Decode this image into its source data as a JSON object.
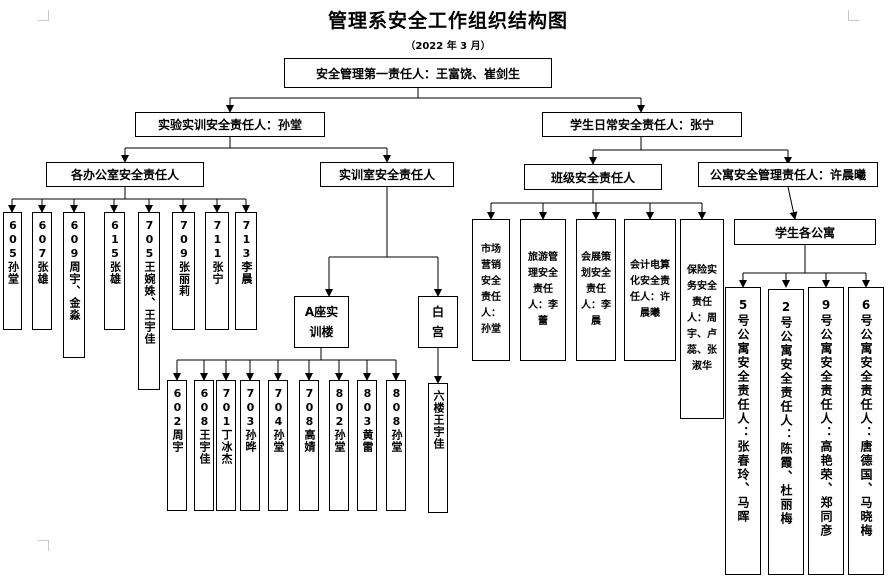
{
  "title": "管理系安全工作组织结构图",
  "subtitle": "（2022 年 3 月）",
  "root": "安全管理第一责任人：王富饶、崔剑生",
  "training_lead": "实验实训安全责任人：孙堂",
  "student_lead": "学生日常安全责任人：张宁",
  "office_lead": "各办公室安全责任人",
  "lab_lead": "实训室安全责任人",
  "class_lead": "班级安全责任人",
  "dorm_lead": "公寓安全管理责任人：许晨曦",
  "offices": [
    "605孙堂",
    "607张雄",
    "609周宇、金淼",
    "615张雄",
    "705王婉姝、王宇佳",
    "709张丽莉",
    "711张宁",
    "713李晨"
  ],
  "building_a": "A座实训楼",
  "white_palace": "白宫",
  "rooms_a": [
    "602周宇",
    "608王宇佳",
    "701丁冰杰",
    "703孙晔",
    "704孙堂",
    "708高婧",
    "802孙堂",
    "803黄雷",
    "808孙堂"
  ],
  "white_palace_room": "六楼王宇佳",
  "classes": [
    "市场营销安全责任人：孙堂",
    "旅游管理安全责任人：李蕾",
    "会展策划安全责任人：李晨",
    "会计电算化安全责任人：许晨曦",
    "保险实务安全责任人：周宇、卢蕊、张淑华"
  ],
  "dorm_group": "学生各公寓",
  "dorms": [
    "5号公寓安全责任人：张春玲、马晖",
    "2号公寓安全责任人：陈霞、杜丽梅",
    "9号公寓安全责任人：高艳荣、郑同彦",
    "6号公寓安全责任人：唐德国、马晓梅"
  ]
}
